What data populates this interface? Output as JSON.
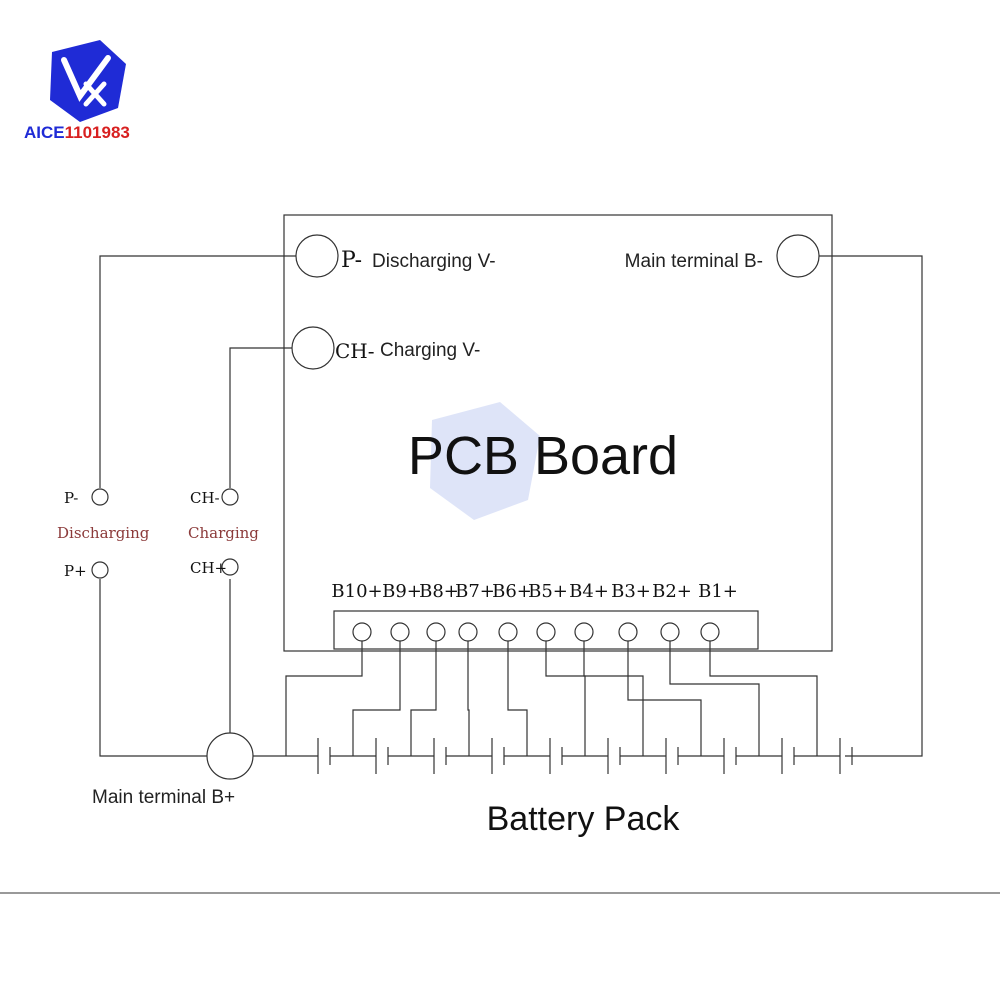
{
  "brand": {
    "wordmark": "AICE1101983",
    "logo_icon": "shield-x-arrow-icon",
    "color_blue": "#1F2BD6",
    "color_red": "#D82020"
  },
  "pcb": {
    "title": "PCB Board",
    "discharging_v_label": "Discharging V-",
    "charging_v_label": "Charging V-",
    "main_b_minus_label": "Main terminal B-",
    "p_minus_pin": "P-",
    "ch_minus_pin": "CH-"
  },
  "cell_taps": [
    "B10+",
    "B9+",
    "B8+",
    "B7+",
    "B6+",
    "B5+",
    "B4+",
    "B3+",
    "B2+",
    "B1+"
  ],
  "external": {
    "p_minus": "P-",
    "discharging": "Discharging",
    "p_plus": "P+",
    "ch_minus": "CH-",
    "charging": "Charging",
    "ch_plus": "CH+",
    "main_b_plus_label": "Main terminal B+",
    "label_color": "#8B3A3A"
  },
  "battery": {
    "label": "Battery Pack",
    "cells": 10
  }
}
